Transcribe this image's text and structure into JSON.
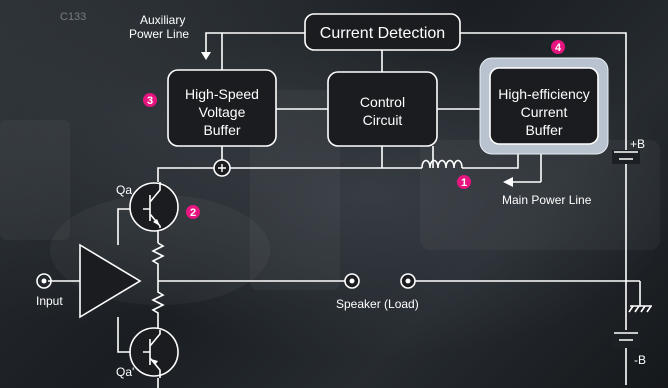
{
  "blocks": {
    "current_detection": "Current Detection",
    "voltage_buffer": [
      "High-Speed",
      "Voltage",
      "Buffer"
    ],
    "control_circuit": [
      "Control",
      "Circuit"
    ],
    "current_buffer": [
      "High-efficiency",
      "Current",
      "Buffer"
    ]
  },
  "labels": {
    "auxiliary_power_line": [
      "Auxiliary",
      "Power Line"
    ],
    "main_power_line": "Main Power Line",
    "input": "Input",
    "speaker": "Speaker (Load)",
    "qa": "Qa",
    "qa_prime": "Qa'",
    "plus_b": "+B",
    "minus_b": "-B",
    "background_text": "C133"
  },
  "badges": [
    "1",
    "2",
    "3",
    "4"
  ],
  "colors": {
    "badge": "#e6157f",
    "highlight_frame": "#b9c3cf",
    "box_fill": "#1a1c1f"
  }
}
